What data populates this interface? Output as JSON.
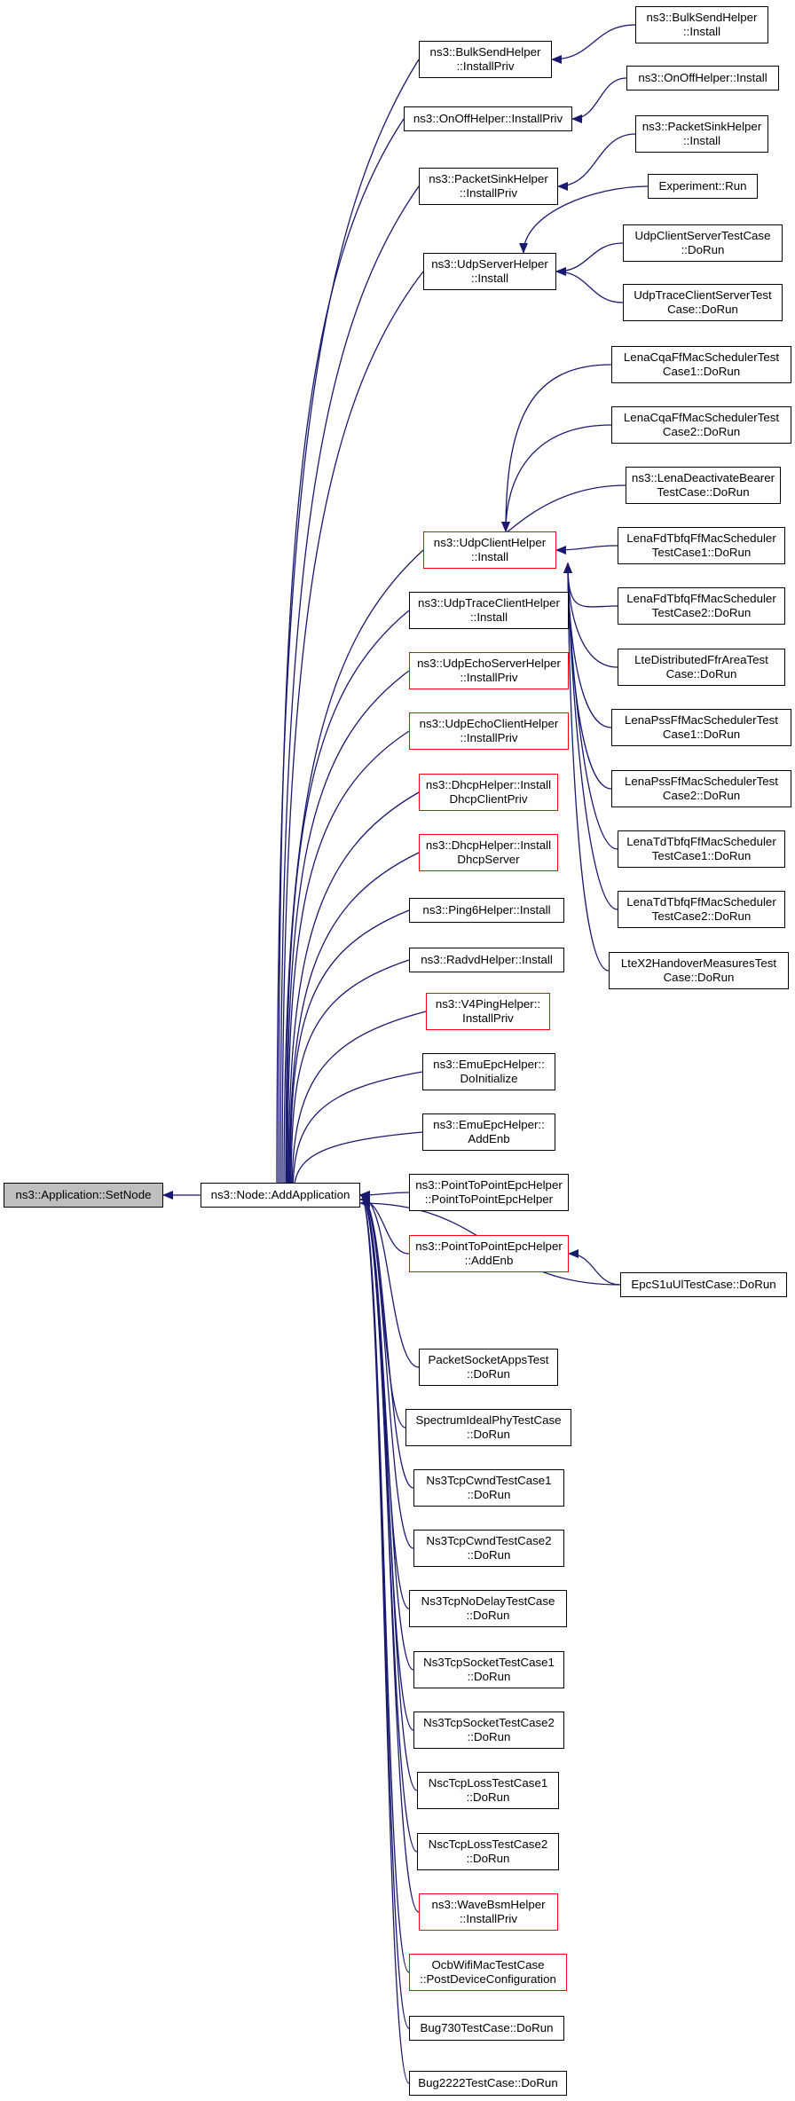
{
  "colors": {
    "edge": "#191970",
    "node_border": "#000000",
    "node_border_incomplete": "#ff0000",
    "root_fill": "#bfbfbf"
  },
  "nodes": [
    {
      "id": "setnode",
      "lines": [
        "ns3::Application::SetNode"
      ],
      "root": true
    },
    {
      "id": "addapp",
      "lines": [
        "ns3::Node::AddApplication"
      ]
    },
    {
      "id": "bulkpriv",
      "lines": [
        "ns3::BulkSendHelper",
        "::InstallPriv"
      ]
    },
    {
      "id": "onoffpriv",
      "lines": [
        "ns3::OnOffHelper::InstallPriv"
      ]
    },
    {
      "id": "sinkpriv",
      "lines": [
        "ns3::PacketSinkHelper",
        "::InstallPriv"
      ]
    },
    {
      "id": "udpserver",
      "lines": [
        "ns3::UdpServerHelper",
        "::Install"
      ]
    },
    {
      "id": "udpclient",
      "lines": [
        "ns3::UdpClientHelper",
        "::Install"
      ],
      "red": true
    },
    {
      "id": "udptraceclient",
      "lines": [
        "ns3::UdpTraceClientHelper",
        "::Install"
      ]
    },
    {
      "id": "echoserver",
      "lines": [
        "ns3::UdpEchoServerHelper",
        "::InstallPriv"
      ],
      "red": true
    },
    {
      "id": "echoclient",
      "lines": [
        "ns3::UdpEchoClientHelper",
        "::InstallPriv"
      ],
      "red": true
    },
    {
      "id": "dhcpclient",
      "lines": [
        "ns3::DhcpHelper::Install",
        "DhcpClientPriv"
      ],
      "red": true
    },
    {
      "id": "dhcpserver",
      "lines": [
        "ns3::DhcpHelper::Install",
        "DhcpServer"
      ],
      "red": true
    },
    {
      "id": "ping6",
      "lines": [
        "ns3::Ping6Helper::Install"
      ]
    },
    {
      "id": "radvd",
      "lines": [
        "ns3::RadvdHelper::Install"
      ]
    },
    {
      "id": "v4ping",
      "lines": [
        "ns3::V4PingHelper::",
        "InstallPriv"
      ],
      "red": true
    },
    {
      "id": "emuinit",
      "lines": [
        "ns3::EmuEpcHelper::",
        "DoInitialize"
      ]
    },
    {
      "id": "emuenb",
      "lines": [
        "ns3::EmuEpcHelper::",
        "AddEnb"
      ]
    },
    {
      "id": "p2pepc",
      "lines": [
        "ns3::PointToPointEpcHelper",
        "::PointToPointEpcHelper"
      ]
    },
    {
      "id": "p2pepcenb",
      "lines": [
        "ns3::PointToPointEpcHelper",
        "::AddEnb"
      ],
      "red": true
    },
    {
      "id": "packetsocket",
      "lines": [
        "PacketSocketAppsTest",
        "::DoRun"
      ]
    },
    {
      "id": "spectrum",
      "lines": [
        "SpectrumIdealPhyTestCase",
        "::DoRun"
      ]
    },
    {
      "id": "cwnd1",
      "lines": [
        "Ns3TcpCwndTestCase1",
        "::DoRun"
      ]
    },
    {
      "id": "cwnd2",
      "lines": [
        "Ns3TcpCwndTestCase2",
        "::DoRun"
      ]
    },
    {
      "id": "nodelay",
      "lines": [
        "Ns3TcpNoDelayTestCase",
        "::DoRun"
      ]
    },
    {
      "id": "sock1",
      "lines": [
        "Ns3TcpSocketTestCase1",
        "::DoRun"
      ]
    },
    {
      "id": "sock2",
      "lines": [
        "Ns3TcpSocketTestCase2",
        "::DoRun"
      ]
    },
    {
      "id": "nsc1",
      "lines": [
        "NscTcpLossTestCase1",
        "::DoRun"
      ]
    },
    {
      "id": "nsc2",
      "lines": [
        "NscTcpLossTestCase2",
        "::DoRun"
      ]
    },
    {
      "id": "wavebsm",
      "lines": [
        "ns3::WaveBsmHelper",
        "::InstallPriv"
      ],
      "red": true
    },
    {
      "id": "ocb",
      "lines": [
        "OcbWifiMacTestCase",
        "::PostDeviceConfiguration"
      ],
      "red": true
    },
    {
      "id": "bug730",
      "lines": [
        "Bug730TestCase::DoRun"
      ]
    },
    {
      "id": "bug2222",
      "lines": [
        "Bug2222TestCase::DoRun"
      ]
    },
    {
      "id": "bulkinstall",
      "lines": [
        "ns3::BulkSendHelper",
        "::Install"
      ]
    },
    {
      "id": "onoffinstall",
      "lines": [
        "ns3::OnOffHelper::Install"
      ]
    },
    {
      "id": "sinkinstall",
      "lines": [
        "ns3::PacketSinkHelper",
        "::Install"
      ]
    },
    {
      "id": "exprun",
      "lines": [
        "Experiment::Run"
      ]
    },
    {
      "id": "udpcs",
      "lines": [
        "UdpClientServerTestCase",
        "::DoRun"
      ]
    },
    {
      "id": "udptcs",
      "lines": [
        "UdpTraceClientServerTest",
        "Case::DoRun"
      ]
    },
    {
      "id": "cqa1",
      "lines": [
        "LenaCqaFfMacSchedulerTest",
        "Case1::DoRun"
      ]
    },
    {
      "id": "cqa2",
      "lines": [
        "LenaCqaFfMacSchedulerTest",
        "Case2::DoRun"
      ]
    },
    {
      "id": "deact",
      "lines": [
        "ns3::LenaDeactivateBearer",
        "TestCase::DoRun"
      ]
    },
    {
      "id": "fdtbfq1",
      "lines": [
        "LenaFdTbfqFfMacScheduler",
        "TestCase1::DoRun"
      ]
    },
    {
      "id": "fdtbfq2",
      "lines": [
        "LenaFdTbfqFfMacScheduler",
        "TestCase2::DoRun"
      ]
    },
    {
      "id": "distffr",
      "lines": [
        "LteDistributedFfrAreaTest",
        "Case::DoRun"
      ]
    },
    {
      "id": "pss1",
      "lines": [
        "LenaPssFfMacSchedulerTest",
        "Case1::DoRun"
      ]
    },
    {
      "id": "pss2",
      "lines": [
        "LenaPssFfMacSchedulerTest",
        "Case2::DoRun"
      ]
    },
    {
      "id": "tdtbfq1",
      "lines": [
        "LenaTdTbfqFfMacScheduler",
        "TestCase1::DoRun"
      ]
    },
    {
      "id": "tdtbfq2",
      "lines": [
        "LenaTdTbfqFfMacScheduler",
        "TestCase2::DoRun"
      ]
    },
    {
      "id": "x2ho",
      "lines": [
        "LteX2HandoverMeasuresTest",
        "Case::DoRun"
      ]
    },
    {
      "id": "epcs1u",
      "lines": [
        "EpcS1uUlTestCase::DoRun"
      ]
    }
  ],
  "edges": [
    {
      "from": "addapp",
      "to": "setnode"
    },
    {
      "from": "bulkpriv",
      "to": "addapp"
    },
    {
      "from": "onoffpriv",
      "to": "addapp"
    },
    {
      "from": "sinkpriv",
      "to": "addapp"
    },
    {
      "from": "udpserver",
      "to": "addapp"
    },
    {
      "from": "udpclient",
      "to": "addapp"
    },
    {
      "from": "udptraceclient",
      "to": "addapp"
    },
    {
      "from": "echoserver",
      "to": "addapp"
    },
    {
      "from": "echoclient",
      "to": "addapp"
    },
    {
      "from": "dhcpclient",
      "to": "addapp"
    },
    {
      "from": "dhcpserver",
      "to": "addapp"
    },
    {
      "from": "ping6",
      "to": "addapp"
    },
    {
      "from": "radvd",
      "to": "addapp"
    },
    {
      "from": "v4ping",
      "to": "addapp"
    },
    {
      "from": "emuinit",
      "to": "addapp"
    },
    {
      "from": "emuenb",
      "to": "addapp"
    },
    {
      "from": "p2pepc",
      "to": "addapp"
    },
    {
      "from": "p2pepcenb",
      "to": "addapp"
    },
    {
      "from": "epcs1u",
      "to": "addapp"
    },
    {
      "from": "packetsocket",
      "to": "addapp"
    },
    {
      "from": "spectrum",
      "to": "addapp"
    },
    {
      "from": "cwnd1",
      "to": "addapp"
    },
    {
      "from": "cwnd2",
      "to": "addapp"
    },
    {
      "from": "nodelay",
      "to": "addapp"
    },
    {
      "from": "sock1",
      "to": "addapp"
    },
    {
      "from": "sock2",
      "to": "addapp"
    },
    {
      "from": "nsc1",
      "to": "addapp"
    },
    {
      "from": "nsc2",
      "to": "addapp"
    },
    {
      "from": "wavebsm",
      "to": "addapp"
    },
    {
      "from": "ocb",
      "to": "addapp"
    },
    {
      "from": "bug730",
      "to": "addapp"
    },
    {
      "from": "bug2222",
      "to": "addapp"
    },
    {
      "from": "bulkinstall",
      "to": "bulkpriv"
    },
    {
      "from": "onoffinstall",
      "to": "onoffpriv"
    },
    {
      "from": "sinkinstall",
      "to": "sinkpriv"
    },
    {
      "from": "exprun",
      "to": "udpserver"
    },
    {
      "from": "udpcs",
      "to": "udpserver"
    },
    {
      "from": "udptcs",
      "to": "udpserver"
    },
    {
      "from": "cqa1",
      "to": "udpclient"
    },
    {
      "from": "cqa2",
      "to": "udpclient"
    },
    {
      "from": "deact",
      "to": "udpclient"
    },
    {
      "from": "fdtbfq1",
      "to": "udpclient"
    },
    {
      "from": "fdtbfq2",
      "to": "udpclient"
    },
    {
      "from": "distffr",
      "to": "udpclient"
    },
    {
      "from": "pss1",
      "to": "udpclient"
    },
    {
      "from": "pss2",
      "to": "udpclient"
    },
    {
      "from": "tdtbfq1",
      "to": "udpclient"
    },
    {
      "from": "tdtbfq2",
      "to": "udpclient"
    },
    {
      "from": "x2ho",
      "to": "udpclient"
    },
    {
      "from": "epcs1u",
      "to": "p2pepcenb"
    }
  ]
}
